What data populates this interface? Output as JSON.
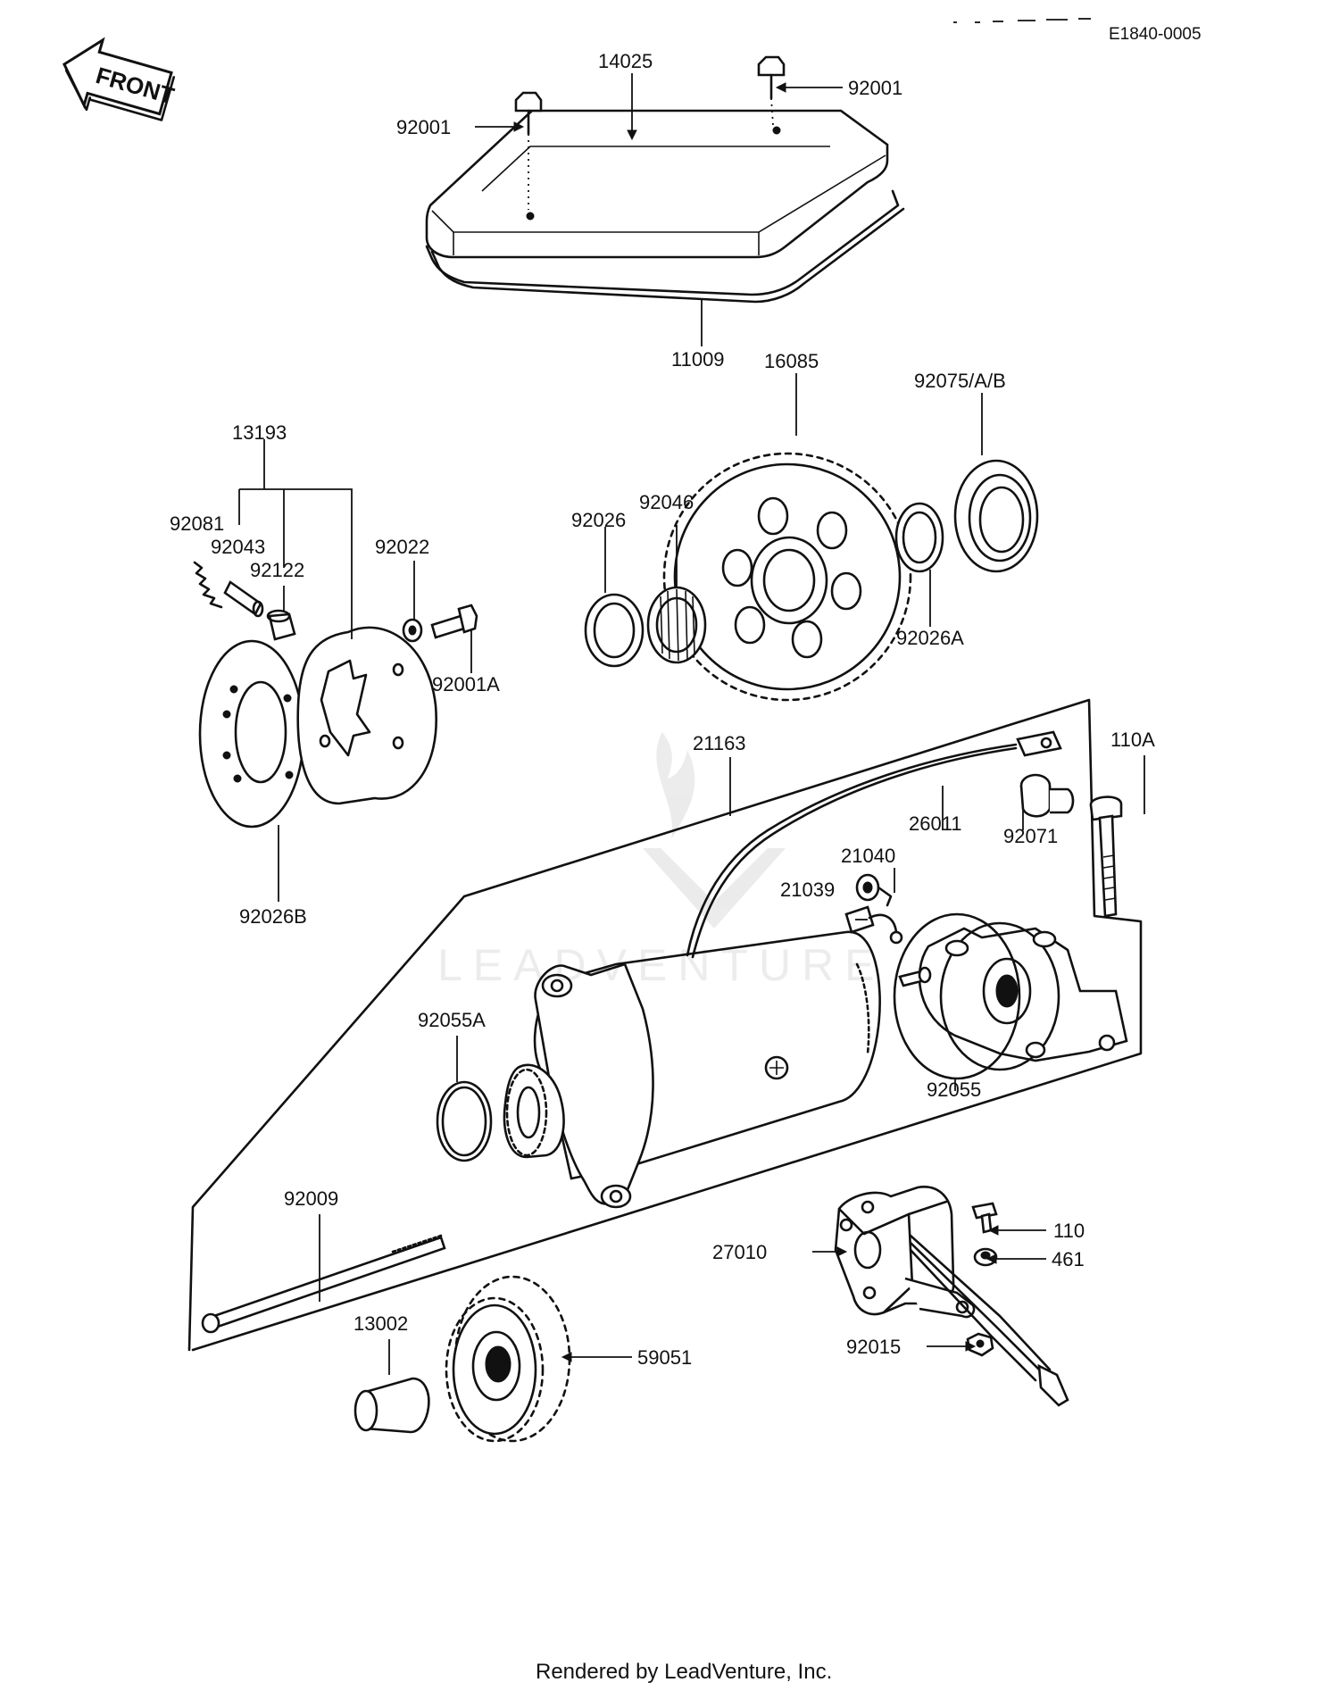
{
  "diagram_code": "E1840-0005",
  "front_label": "FRONT",
  "footer": "Rendered by LeadVenture, Inc.",
  "watermark": "LEADVENTURE",
  "parts": {
    "p14025": "14025",
    "p92001_left": "92001",
    "p92001_right": "92001",
    "p11009": "11009",
    "p16085": "16085",
    "p92075": "92075/A/B",
    "p13193": "13193",
    "p92081": "92081",
    "p92043": "92043",
    "p92122": "92122",
    "p92022": "92022",
    "p92001A": "92001A",
    "p92026B": "92026B",
    "p92026": "92026",
    "p92046": "92046",
    "p92026A": "92026A",
    "p21163": "21163",
    "p110A": "110A",
    "p26011": "26011",
    "p92071": "92071",
    "p21040": "21040",
    "p21039": "21039",
    "p92055A": "92055A",
    "p92055": "92055",
    "p92009": "92009",
    "p27010": "27010",
    "p110": "110",
    "p461": "461",
    "p92015": "92015",
    "p13002": "13002",
    "p59051": "59051"
  }
}
